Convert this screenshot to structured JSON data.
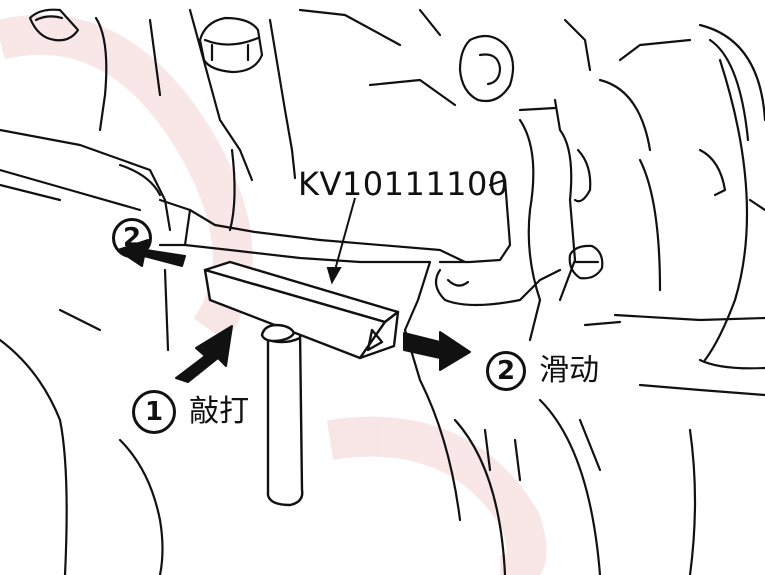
{
  "labels": {
    "tool_code": "KV10111100",
    "step_1_number": "1",
    "step_1_caption": "敲打",
    "step_2_number_left": "2",
    "step_2_number_right": "2",
    "step_2_caption": "滑动"
  },
  "colors": {
    "line": "#111111",
    "background": "#ffffff",
    "watermark": "#f3d8d8"
  }
}
